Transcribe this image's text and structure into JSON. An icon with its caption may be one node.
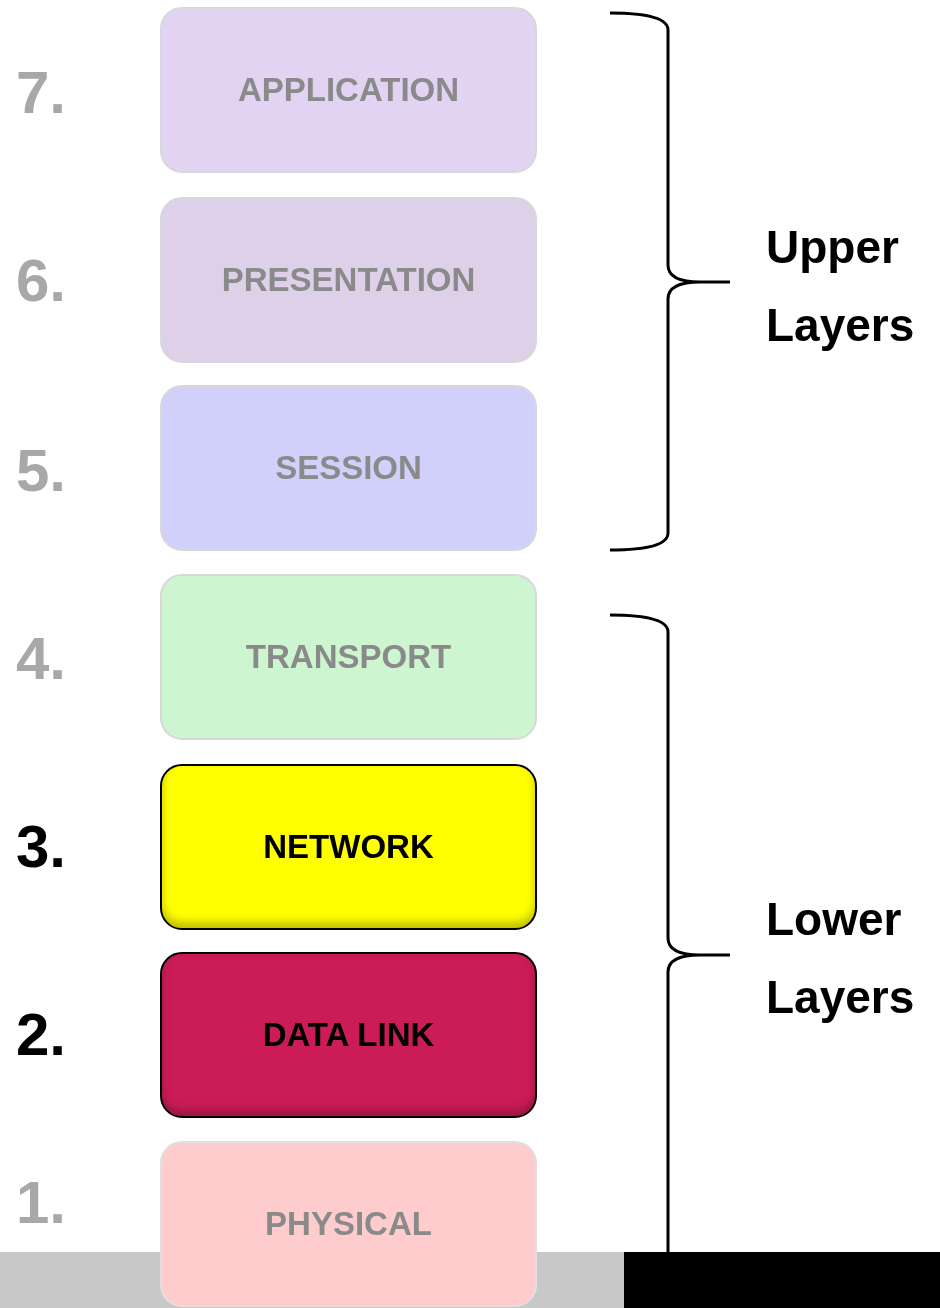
{
  "diagram": {
    "nodes": [
      {
        "text": [
          "APPLICATION"
        ],
        "beside": [
          "7."
        ]
      },
      {
        "text": [
          "PRESENTATION"
        ],
        "beside": [
          "6."
        ]
      },
      {
        "text": [
          "SESSION"
        ],
        "beside": [
          "5."
        ]
      },
      {
        "text": [
          "TRANSPORT"
        ],
        "beside": [
          "4."
        ]
      },
      {
        "text": [
          "NETWORK"
        ],
        "beside": [
          "3."
        ]
      },
      {
        "text": [
          "DATA LINK"
        ],
        "beside": [
          "2."
        ]
      },
      {
        "text": [
          "PHYSICAL"
        ],
        "beside": [
          "1."
        ]
      }
    ],
    "edges": [],
    "labels": [
      "Upper Layers",
      "Lower Layers"
    ]
  }
}
